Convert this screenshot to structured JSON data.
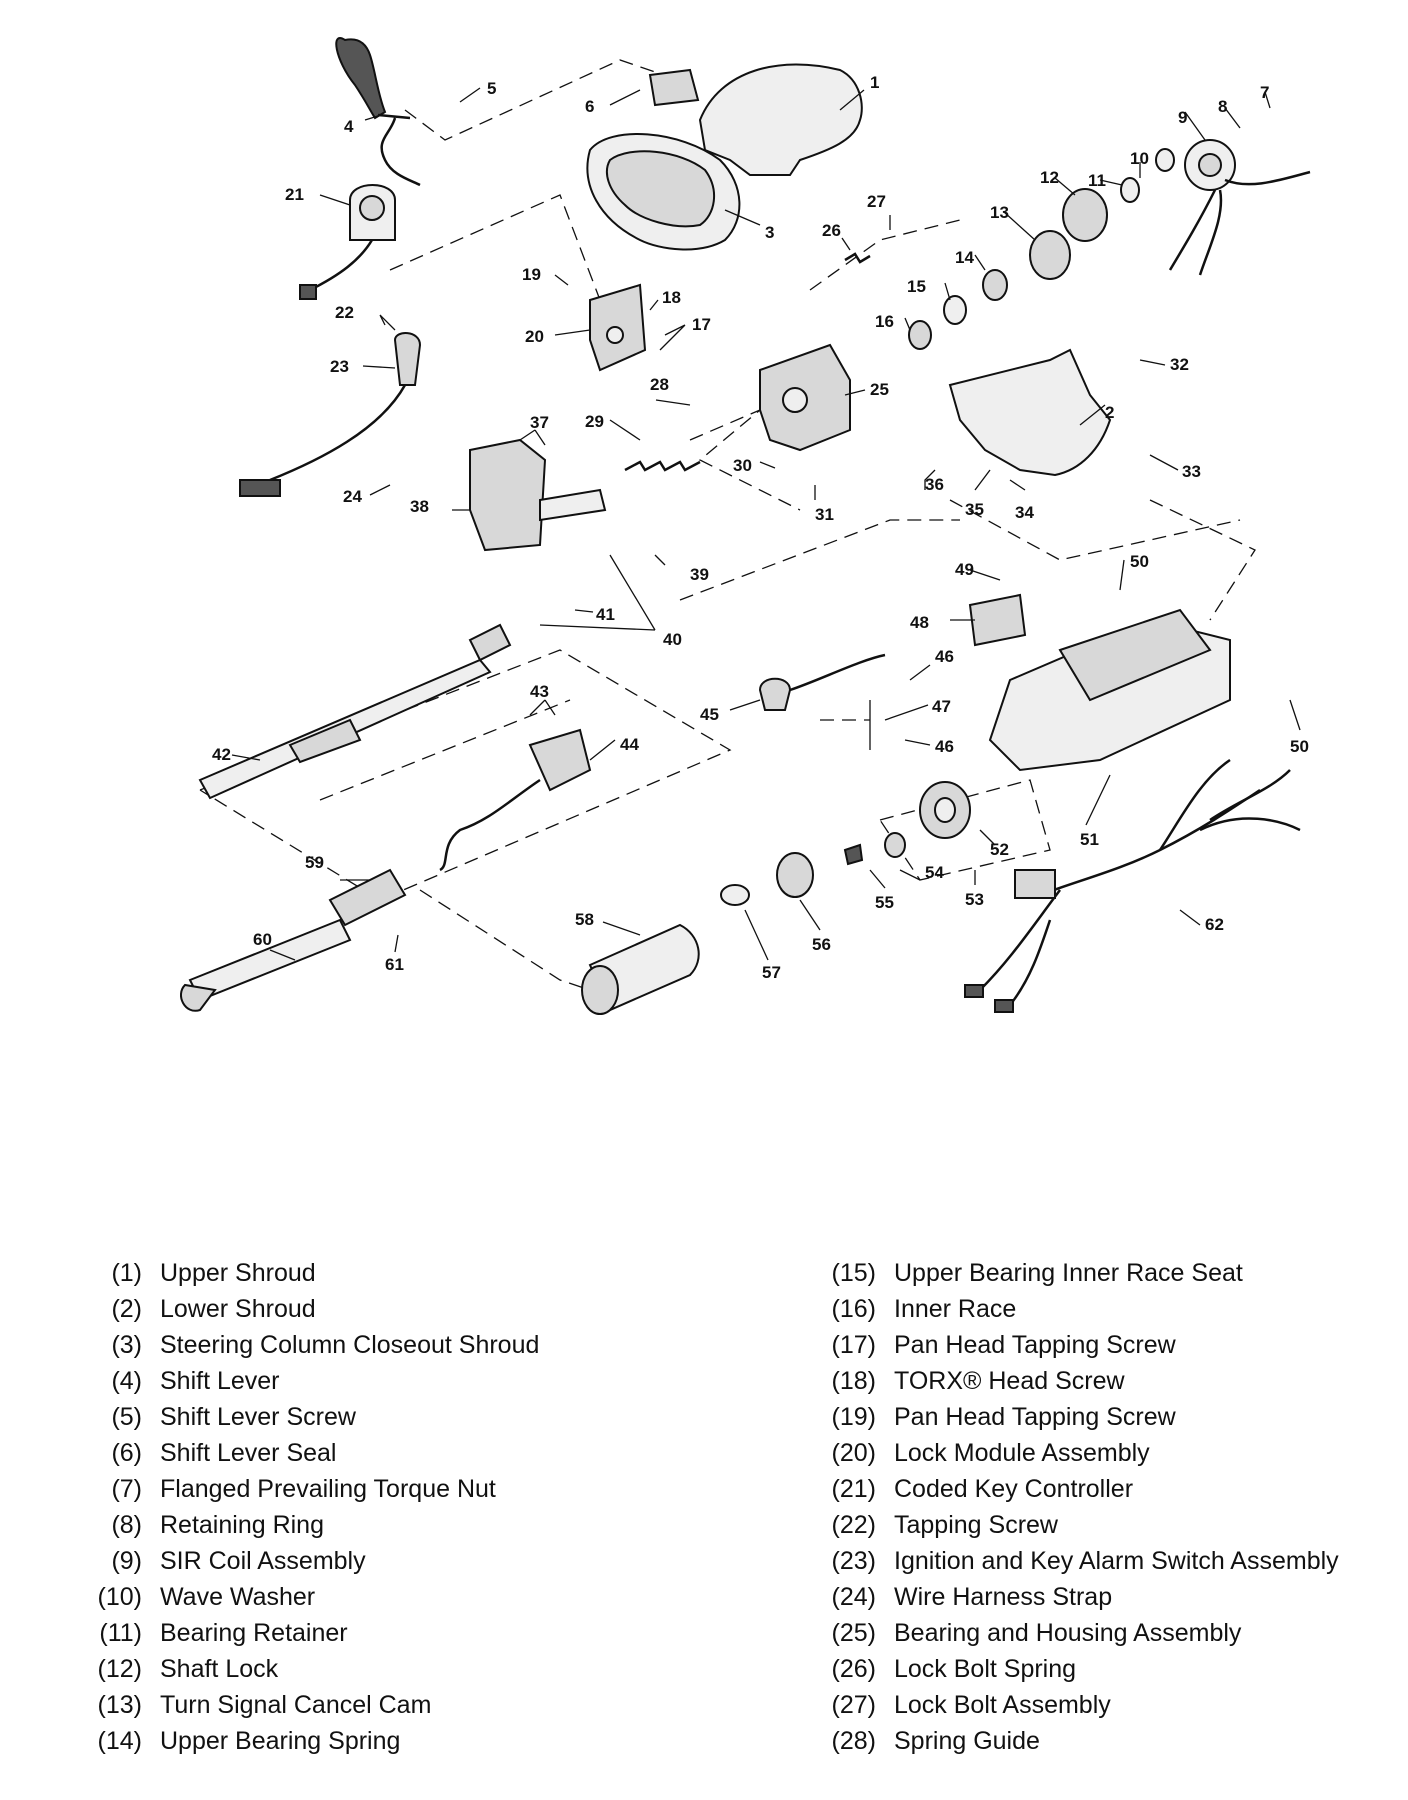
{
  "callouts": [
    "1",
    "2",
    "3",
    "4",
    "5",
    "6",
    "7",
    "8",
    "9",
    "10",
    "11",
    "12",
    "13",
    "14",
    "15",
    "16",
    "17",
    "17",
    "18",
    "19",
    "20",
    "21",
    "22",
    "23",
    "24",
    "25",
    "26",
    "27",
    "28",
    "29",
    "30",
    "31",
    "32",
    "33",
    "34",
    "35",
    "36",
    "37",
    "38",
    "39",
    "40",
    "41",
    "42",
    "43",
    "44",
    "45",
    "46",
    "46",
    "47",
    "48",
    "49",
    "50",
    "50",
    "51",
    "52",
    "53",
    "54",
    "55",
    "56",
    "57",
    "58",
    "59",
    "60",
    "61",
    "62"
  ],
  "legend_left": [
    {
      "num": "(1)",
      "name": "Upper Shroud"
    },
    {
      "num": "(2)",
      "name": "Lower Shroud"
    },
    {
      "num": "(3)",
      "name": "Steering Column Closeout Shroud"
    },
    {
      "num": "(4)",
      "name": "Shift Lever"
    },
    {
      "num": "(5)",
      "name": "Shift Lever Screw"
    },
    {
      "num": "(6)",
      "name": "Shift Lever Seal"
    },
    {
      "num": "(7)",
      "name": "Flanged Prevailing Torque Nut"
    },
    {
      "num": "(8)",
      "name": "Retaining Ring"
    },
    {
      "num": "(9)",
      "name": "SIR Coil Assembly"
    },
    {
      "num": "(10)",
      "name": "Wave Washer"
    },
    {
      "num": "(11)",
      "name": "Bearing Retainer"
    },
    {
      "num": "(12)",
      "name": "Shaft Lock"
    },
    {
      "num": "(13)",
      "name": "Turn Signal Cancel Cam"
    },
    {
      "num": "(14)",
      "name": "Upper Bearing Spring"
    }
  ],
  "legend_right": [
    {
      "num": "(15)",
      "name": "Upper Bearing Inner Race Seat"
    },
    {
      "num": "(16)",
      "name": "Inner Race"
    },
    {
      "num": "(17)",
      "name": "Pan Head Tapping Screw"
    },
    {
      "num": "(18)",
      "name": "TORX® Head Screw"
    },
    {
      "num": "(19)",
      "name": "Pan Head Tapping Screw"
    },
    {
      "num": "(20)",
      "name": "Lock Module Assembly"
    },
    {
      "num": "(21)",
      "name": "Coded Key Controller"
    },
    {
      "num": "(22)",
      "name": "Tapping Screw"
    },
    {
      "num": "(23)",
      "name": "Ignition and Key Alarm Switch Assembly"
    },
    {
      "num": "(24)",
      "name": "Wire Harness Strap"
    },
    {
      "num": "(25)",
      "name": "Bearing and Housing Assembly"
    },
    {
      "num": "(26)",
      "name": "Lock Bolt Spring"
    },
    {
      "num": "(27)",
      "name": "Lock Bolt Assembly"
    },
    {
      "num": "(28)",
      "name": "Spring Guide"
    }
  ]
}
